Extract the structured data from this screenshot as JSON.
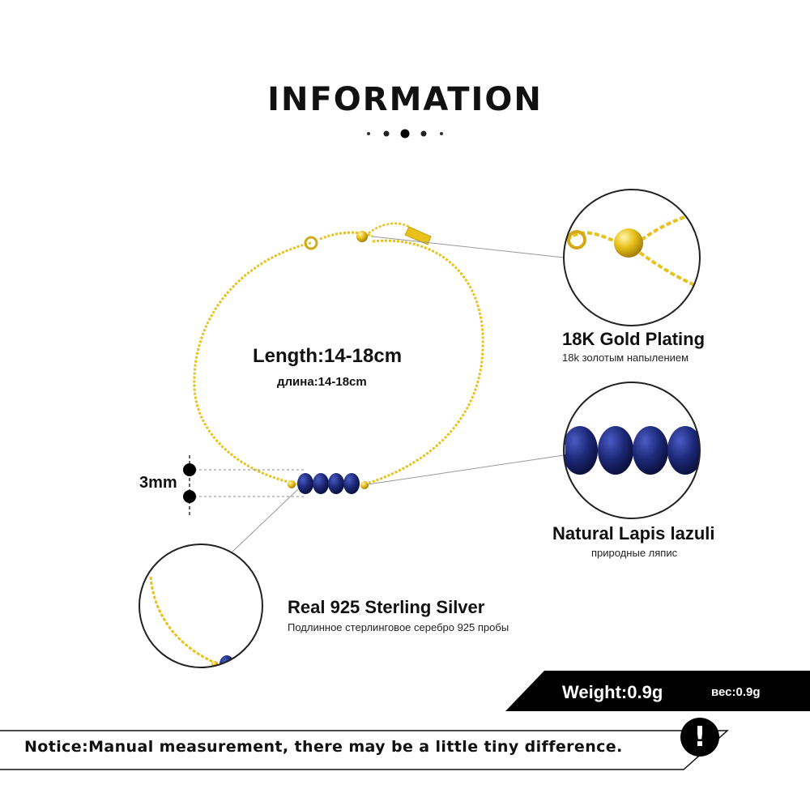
{
  "heading": {
    "title": "INFORMATION"
  },
  "features": {
    "gold": {
      "title": "18K Gold Plating",
      "subtitle": "18k золотым напылением"
    },
    "stone": {
      "title": "Natural Lapis lazuli",
      "subtitle": "природные ляпис"
    },
    "silver": {
      "title": "Real 925  Sterling  Silver",
      "subtitle": "Подлинное стерлинговое серебро 925 пробы"
    }
  },
  "length": {
    "label": "Length:14-18cm",
    "label_ru": "длина:14-18cm"
  },
  "bead_size": {
    "label": "3mm"
  },
  "weight": {
    "label": "Weight:0.9g",
    "label_ru": "вес:0.9g"
  },
  "notice": {
    "text": "Notice:Manual measurement, there may be a little tiny difference.",
    "icon_glyph": "!"
  },
  "colors": {
    "gold": "#E8C21A",
    "lapis": "#1E2A7A",
    "black": "#000000"
  },
  "icons": [
    "exclamation-icon"
  ]
}
